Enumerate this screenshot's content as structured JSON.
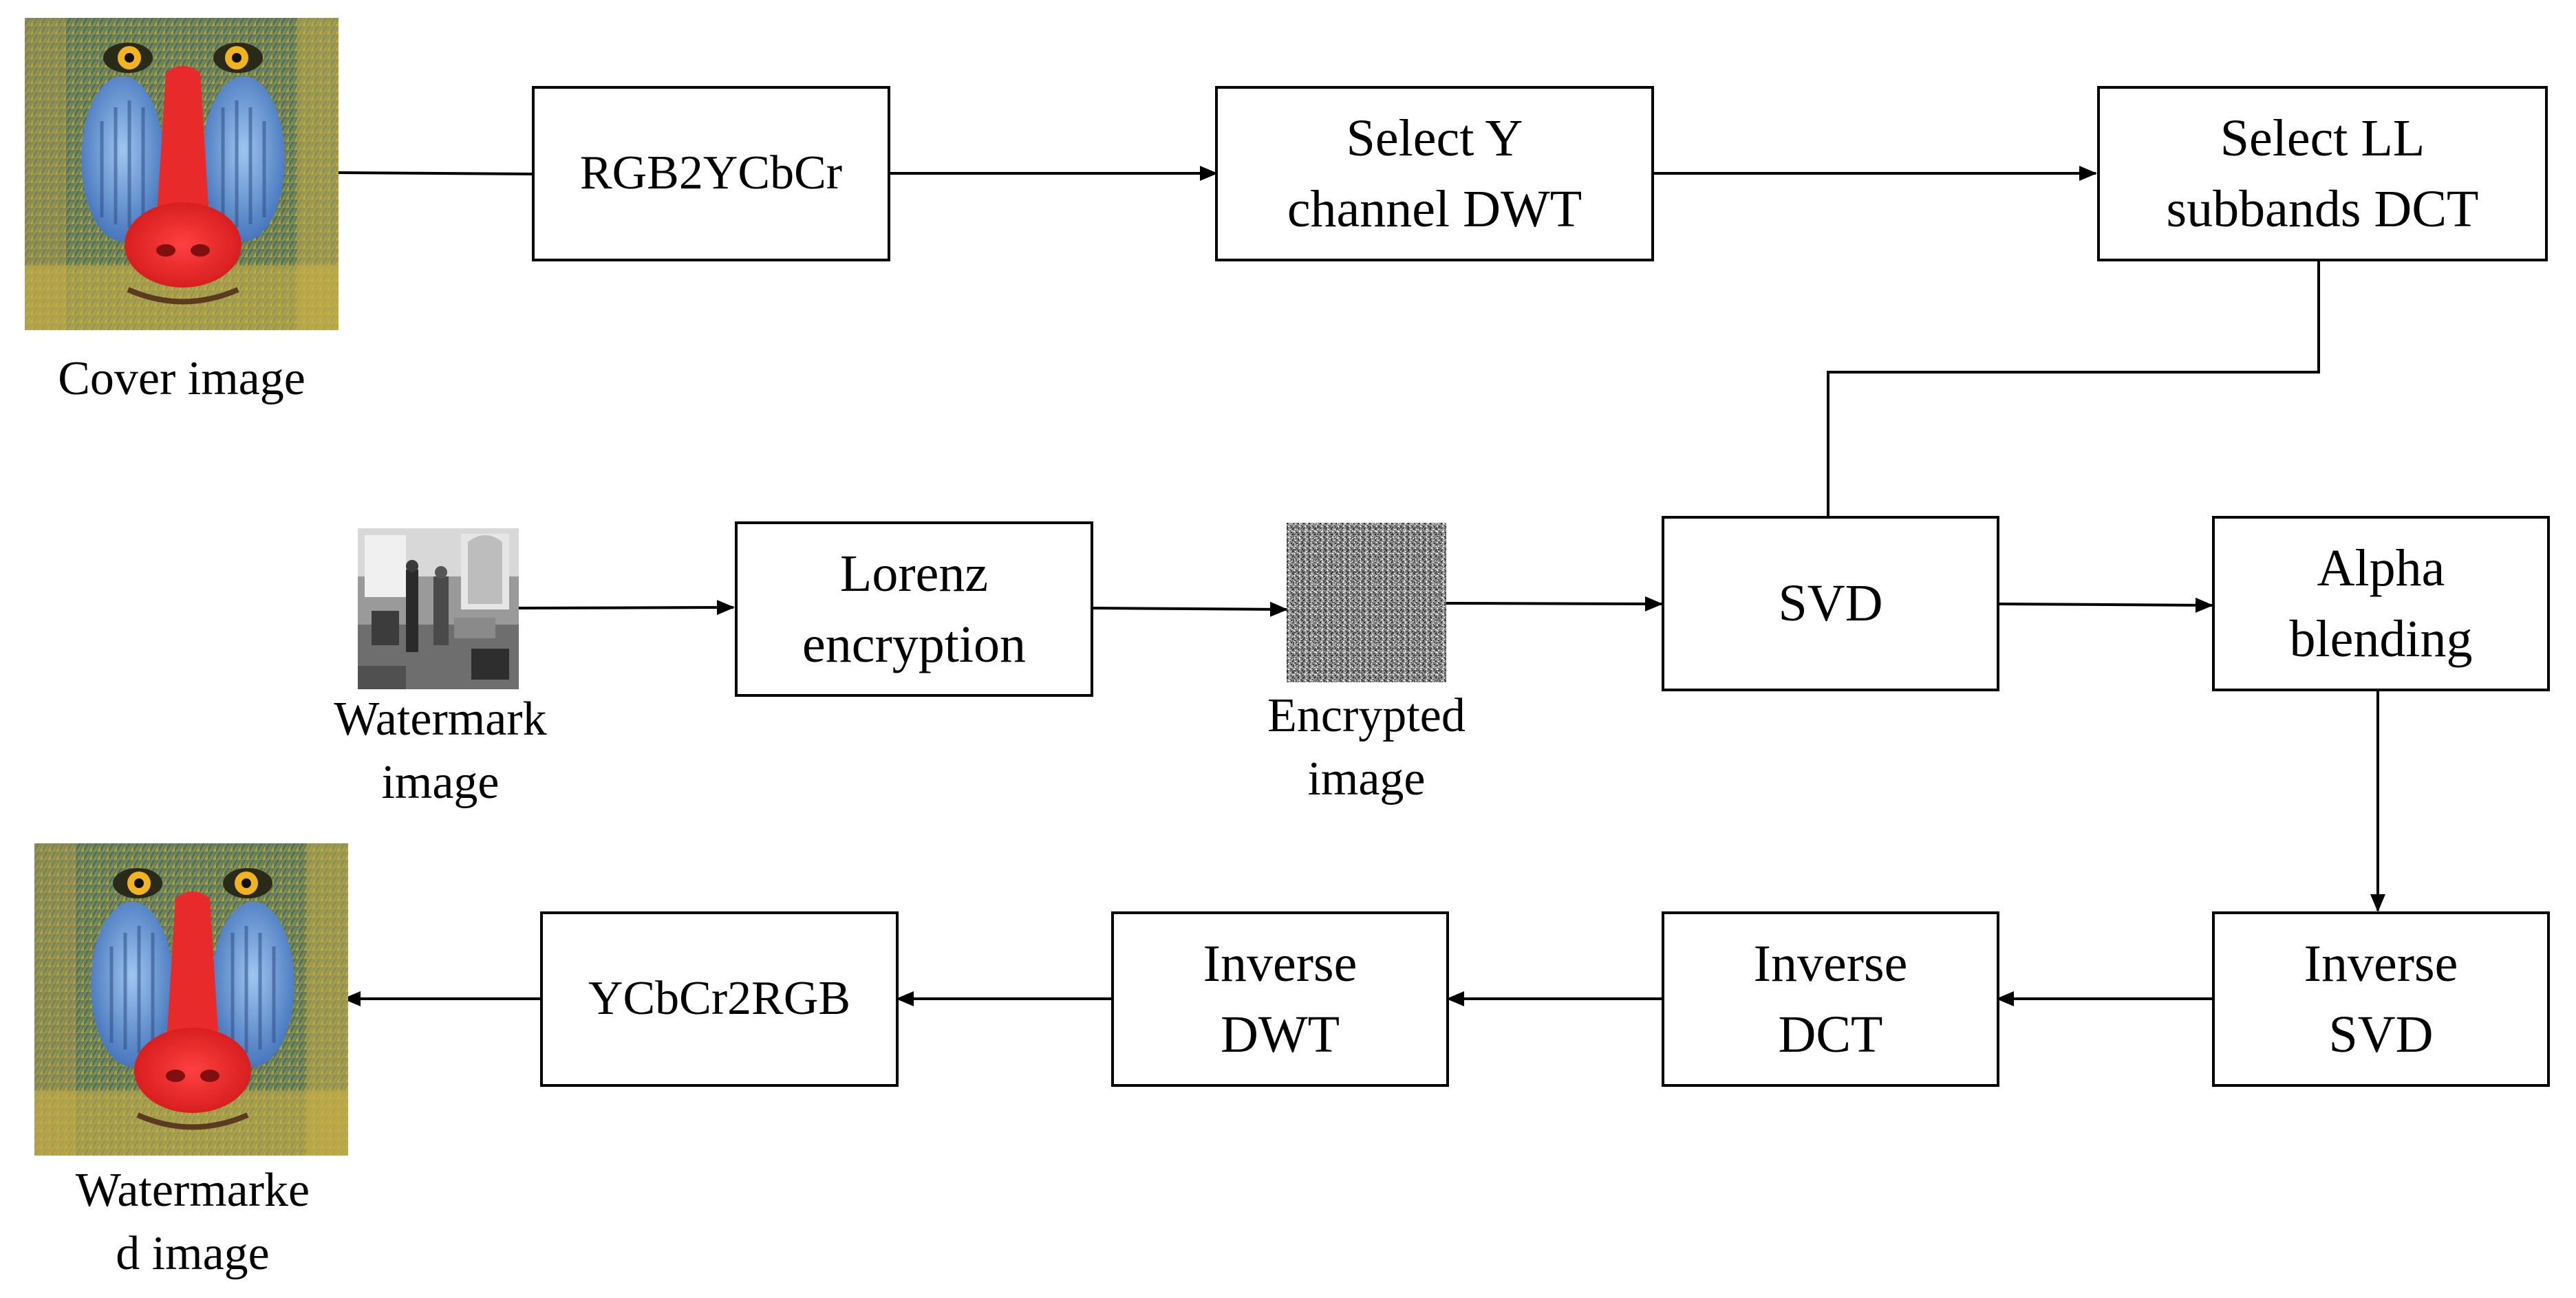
{
  "nodes": {
    "rgb2ycbcr": "RGB2YCbCr",
    "select_y_dwt": "Select Y\nchannel DWT",
    "select_ll_dct": "Select LL\nsubbands DCT",
    "lorenz": "Lorenz\nencryption",
    "svd": "SVD",
    "alpha": "Alpha\nblending",
    "inverse_svd": "Inverse\nSVD",
    "inverse_dct": "Inverse\nDCT",
    "inverse_dwt": "Inverse\nDWT",
    "ycbcr2rgb": "YCbCr2RGB"
  },
  "captions": {
    "cover": "Cover image",
    "watermark": "Watermark\nimage",
    "encrypted": "Encrypted\nimage",
    "watermarked": "Watermarke\nd image"
  },
  "images": {
    "cover": "mandrill-photo",
    "watermark": "grayscale-room-photo",
    "encrypted": "noise-pattern",
    "watermarked": "mandrill-photo"
  },
  "colors": {
    "line": "#000000",
    "box_border": "#000000",
    "background": "#ffffff"
  }
}
